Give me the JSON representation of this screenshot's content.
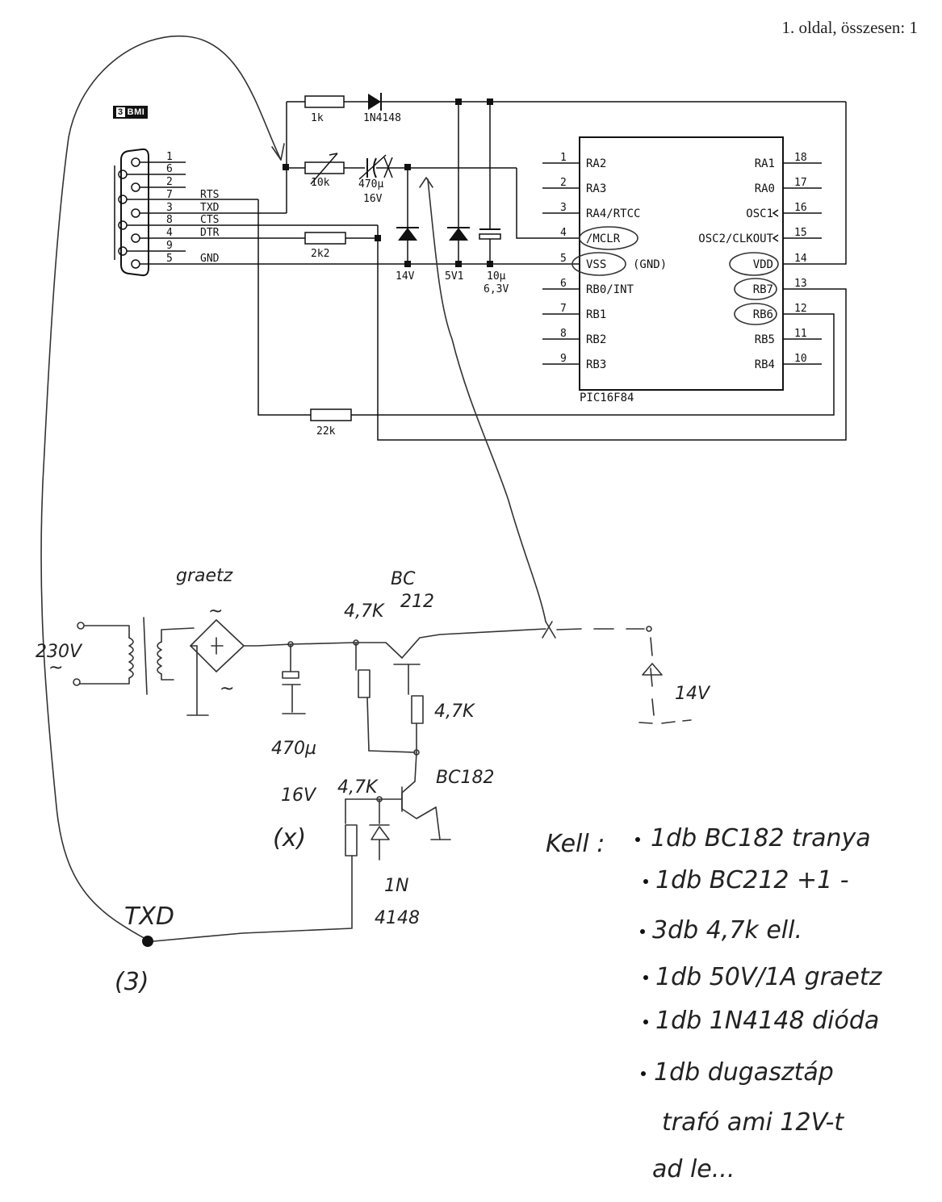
{
  "page_header": "1. oldal, összesen: 1",
  "logo": {
    "num": "3",
    "text": "BMI"
  },
  "connector": {
    "pins": [
      "1",
      "6",
      "2",
      "7",
      "3",
      "8",
      "4",
      "9",
      "5"
    ],
    "signals": [
      "RTS",
      "TXD",
      "CTS",
      "DTR",
      "GND"
    ]
  },
  "components": {
    "r1k": "1k",
    "d1n4148": "1N4148",
    "r10k": "10k",
    "c470u": "470µ",
    "c470u_v": "16V",
    "r2k2": "2k2",
    "r22k": "22k",
    "z14v": "14V",
    "z5v1": "5V1",
    "c10u": "10µ",
    "c10u_v": "6,3V"
  },
  "chip": {
    "name": "PIC16F84",
    "left_pins": [
      {
        "num": "1",
        "label": "RA2"
      },
      {
        "num": "2",
        "label": "RA3"
      },
      {
        "num": "3",
        "label": "RA4/RTCC"
      },
      {
        "num": "4",
        "label": "/MCLR"
      },
      {
        "num": "5",
        "label": "VSS"
      },
      {
        "num": "6",
        "label": "RB0/INT"
      },
      {
        "num": "7",
        "label": "RB1"
      },
      {
        "num": "8",
        "label": "RB2"
      },
      {
        "num": "9",
        "label": "RB3"
      }
    ],
    "right_pins": [
      {
        "num": "18",
        "label": "RA1"
      },
      {
        "num": "17",
        "label": "RA0"
      },
      {
        "num": "16",
        "label": "OSC1"
      },
      {
        "num": "15",
        "label": "OSC2/CLKOUT"
      },
      {
        "num": "14",
        "label": "VDD"
      },
      {
        "num": "13",
        "label": "RB7"
      },
      {
        "num": "12",
        "label": "RB6"
      },
      {
        "num": "11",
        "label": "RB5"
      },
      {
        "num": "10",
        "label": "RB4"
      }
    ],
    "gnd_note": "(GND)"
  },
  "handwritten": {
    "graetz": "graetz",
    "v230": "230V",
    "tilde": "~",
    "bc212_a": "BC",
    "bc212_b": "212",
    "r47k_top": "4,7K",
    "r47k_mid": "4,7K",
    "r47k_low": "4,7K",
    "bc182": "BC182",
    "c470_lbl": "470µ",
    "v16": "16V",
    "x_mark": "(x)",
    "d1n_a": "1N",
    "d1n_b": "4148",
    "v14": "14V",
    "txd": "TXD",
    "txd_pin": "(3)"
  },
  "parts_list": {
    "title": "Kell :",
    "items": [
      "1db  BC182  tranya",
      "1db  BC212  +1 -",
      "3db  4,7k  ell.",
      "1db  50V/1A  graetz",
      "1db  1N4148  dióda",
      "1db  dugasztáp"
    ],
    "extra_lines": [
      "trafó ami 12V-t",
      "ad le..."
    ]
  }
}
